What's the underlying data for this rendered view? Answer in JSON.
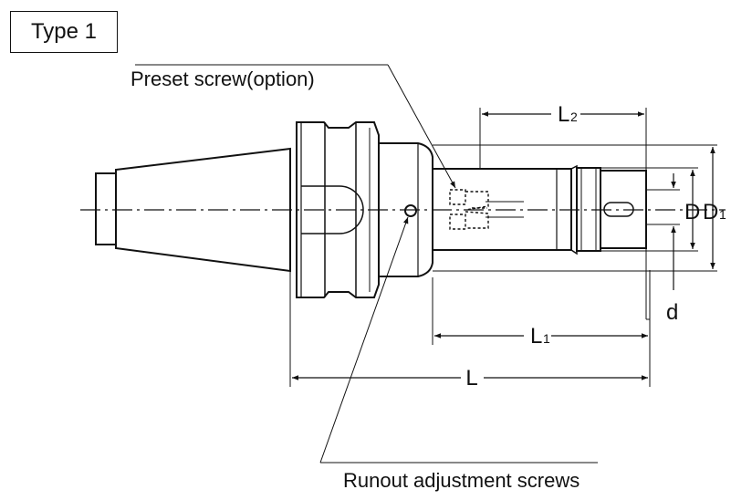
{
  "type_label": "Type 1",
  "labels": {
    "preset_screw": "Preset screw(option)",
    "runout_screws": "Runout adjustment screws"
  },
  "dimensions": {
    "L": "L",
    "L1_main": "L",
    "L1_sub": "1",
    "L2_main": "L",
    "L2_sub": "2",
    "D": "D",
    "D1_main": "D",
    "D1_sub": "1",
    "d": "d"
  }
}
